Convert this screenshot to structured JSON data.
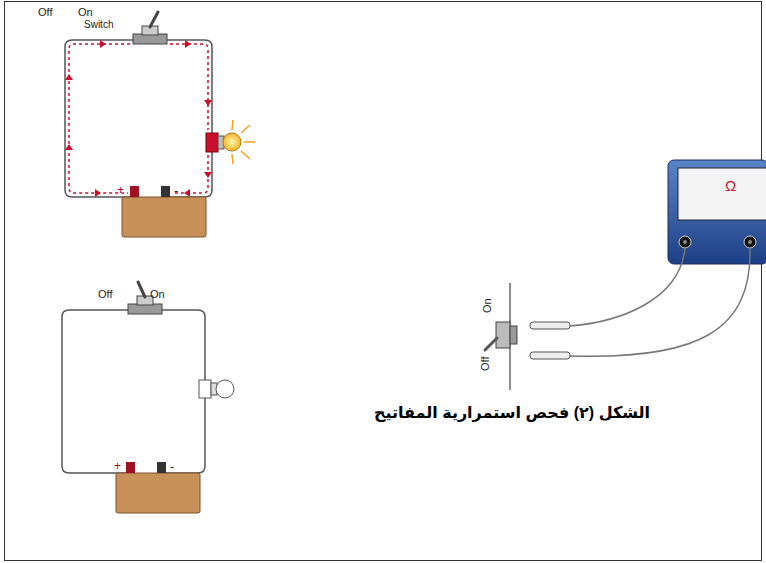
{
  "diagram": {
    "caption": "الشكل (٢) فحص استمرارية المفاتيح",
    "labels": [
      "Off",
      "On",
      "Switch",
      "+",
      "-",
      "Off",
      "On",
      "+",
      "-",
      "Ω",
      "On",
      "Off"
    ]
  }
}
